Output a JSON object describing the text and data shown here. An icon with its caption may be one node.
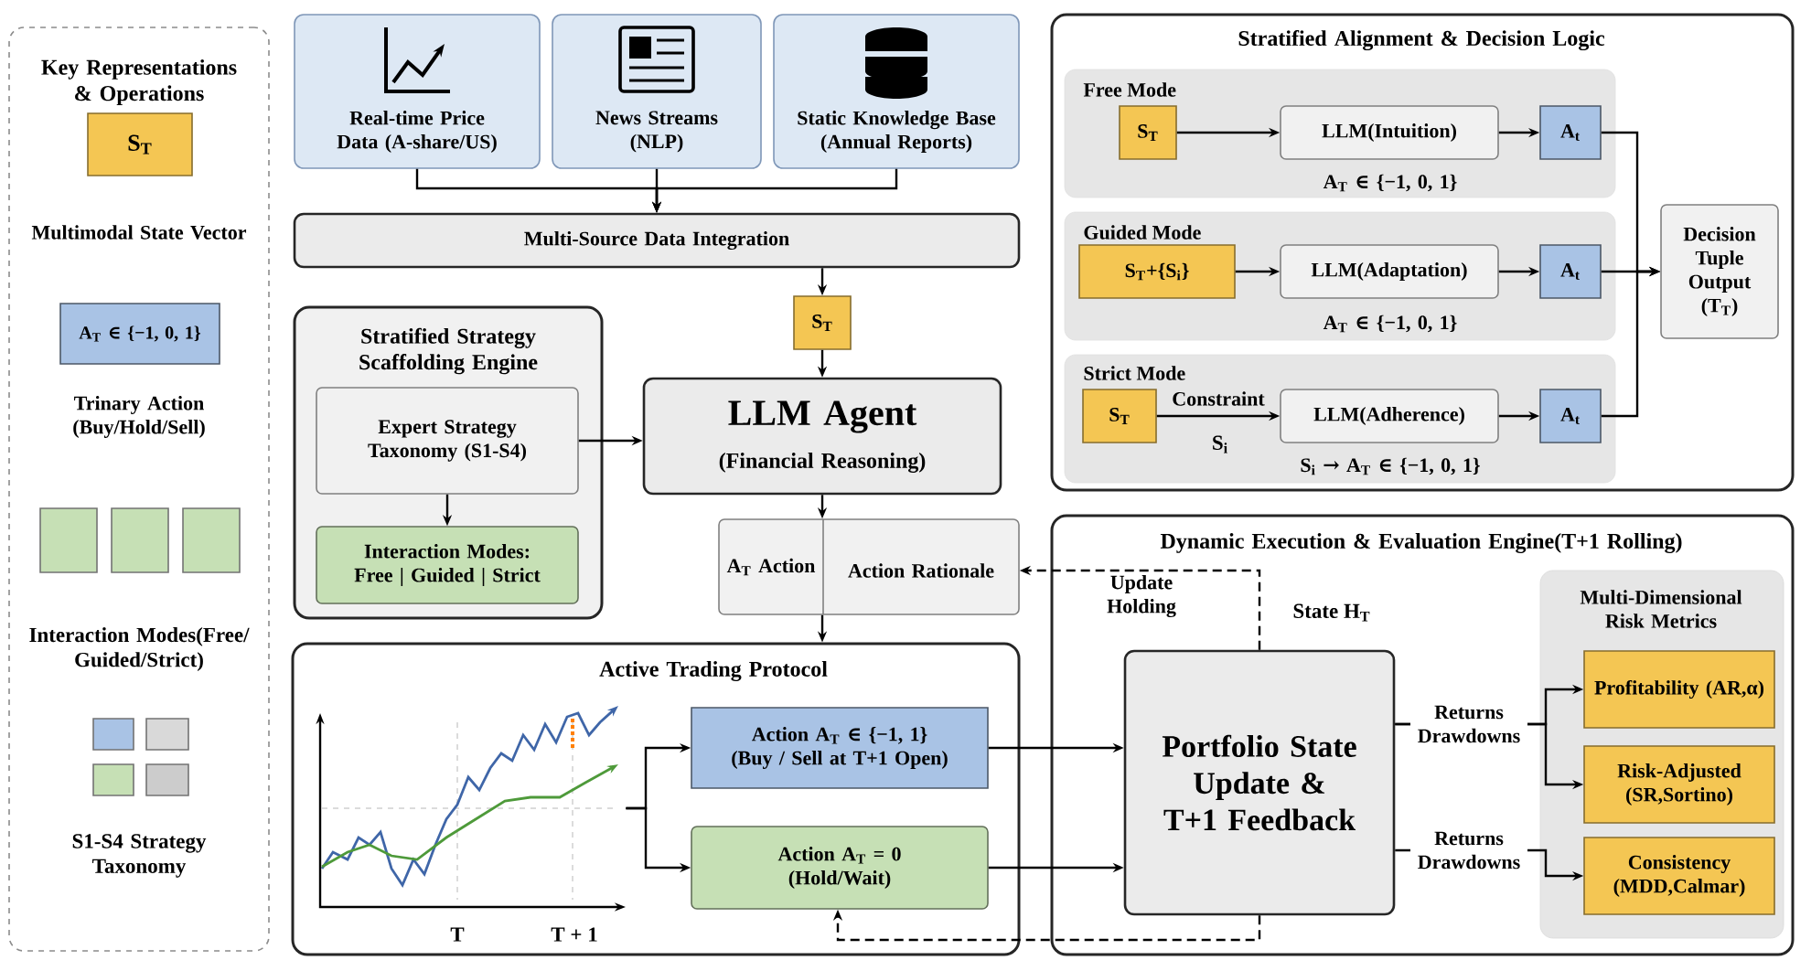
{
  "diagram": {
    "nodes": [
      {
        "text": [
          "Key Representations & Operations"
        ]
      },
      {
        "text": [
          "S$_{T}$"
        ],
        "in": 0,
        "beside": [
          "Multimodal State Vector"
        ]
      },
      {
        "text": [
          "A$_{T}$ ∈ {−1, 0, 1}"
        ],
        "in": 0,
        "beside": [
          "Trinary Action (Buy/Hold/Sell)"
        ]
      },
      {
        "text": [
          "Real-time Price Data (A-share/US)"
        ]
      },
      {
        "text": [
          "News Streams (NLP)"
        ]
      },
      {
        "text": [
          "Static Knowledge Base (Annual Reports)"
        ]
      },
      {
        "text": [
          "Multi-Source Data Integration"
        ]
      },
      {
        "text": [
          "S$_{T}$"
        ]
      },
      {
        "text": [
          "Stratified Strategy Scaffolding Engine"
        ]
      },
      {
        "text": [
          "Expert Strategy Taxonomy (S1-S4)"
        ],
        "in": 8
      },
      {
        "text": [
          "Interaction Modes: Free | Guided | Strict"
        ],
        "in": 8
      },
      {
        "text": [
          "LLM Agent",
          "(Financial Reasoning)"
        ]
      },
      {
        "text": [
          "A$_{T}$ Action",
          "Action Rationale"
        ]
      },
      {
        "text": [
          "Stratified Alignment & Decision Logic"
        ]
      },
      {
        "text": [
          "Free Mode"
        ],
        "in": 13
      },
      {
        "text": [
          "S$_{T}$"
        ],
        "in": 14
      },
      {
        "text": [
          "LLM(Intuition)"
        ],
        "in": 14,
        "beside": [
          "A$_{T}$ ∈ {−1, 0, 1}"
        ]
      },
      {
        "text": [
          "A$_{t}$"
        ],
        "in": 14
      },
      {
        "text": [
          "Guided Mode"
        ],
        "in": 13
      },
      {
        "text": [
          "S$_{T}$+{S$_{i}$}"
        ],
        "in": 18
      },
      {
        "text": [
          "LLM(Adaptation)"
        ],
        "in": 18,
        "beside": [
          "A$_{T}$ ∈ {−1, 0, 1}"
        ]
      },
      {
        "text": [
          "A$_{t}$"
        ],
        "in": 18
      },
      {
        "text": [
          "Strict Mode"
        ],
        "in": 13
      },
      {
        "text": [
          "S$_{T}$"
        ],
        "in": 22
      },
      {
        "text": [
          "LLM(Adherence)"
        ],
        "in": 22,
        "beside": [
          "S$_{i}$ → A$_{T}$ ∈ {−1, 0, 1}"
        ]
      },
      {
        "text": [
          "A$_{t}$"
        ],
        "in": 22
      },
      {
        "text": [
          "Decision Tuple Output (T$_{T}$)"
        ],
        "in": 13
      },
      {
        "text": [
          "Active Trading Protocol"
        ]
      },
      {
        "text": [],
        "shape": "picture",
        "in": 27
      },
      {
        "text": [
          "Action A$_{T}$ ∈ {−1, 1}",
          "(Buy / Sell at T+1 Open)"
        ],
        "in": 27
      },
      {
        "text": [
          "Action A$_{T}$ = 0",
          "(Hold/Wait)"
        ],
        "in": 27
      },
      {
        "text": [
          "Dynamic Execution & Evaluation Engine(T+1 Rolling)"
        ]
      },
      {
        "text": [
          "Portfolio State Update & T+1 Feedback"
        ],
        "in": 31
      },
      {
        "text": [
          "Multi-Dimensional Risk Metrics"
        ],
        "in": 31
      },
      {
        "text": [
          "Profitability (AR,α)"
        ],
        "in": 33
      },
      {
        "text": [
          "Risk-Adjusted (SR,Sortino)"
        ],
        "in": 33
      },
      {
        "text": [
          "Consistency (MDD,Calmar)"
        ],
        "in": 33
      }
    ],
    "edges": [
      {
        "from": 3,
        "to": 6,
        "arrow": "to"
      },
      {
        "from": 4,
        "to": 6,
        "arrow": "to"
      },
      {
        "from": 5,
        "to": 6,
        "arrow": "to"
      },
      {
        "from": 6,
        "to": 7,
        "arrow": "to"
      },
      {
        "from": 7,
        "to": 11,
        "arrow": "to"
      },
      {
        "from": 9,
        "to": 10,
        "arrow": "to"
      },
      {
        "from": 9,
        "to": 11,
        "arrow": "to"
      },
      {
        "from": 11,
        "to": 12,
        "arrow": "to"
      },
      {
        "from": 12,
        "to": 27,
        "arrow": "to"
      },
      {
        "from": 15,
        "to": 16,
        "arrow": "to"
      },
      {
        "from": 16,
        "to": 17,
        "arrow": "to"
      },
      {
        "from": 19,
        "to": 20,
        "arrow": "to"
      },
      {
        "from": 20,
        "to": 21,
        "arrow": "to"
      },
      {
        "from": 23,
        "to": 24,
        "arrow": "to",
        "label": "Constraint"
      },
      {
        "from": 24,
        "to": 25,
        "arrow": "to"
      },
      {
        "from": 17,
        "to": 26,
        "arrow": "to"
      },
      {
        "from": 21,
        "to": 26,
        "arrow": "to"
      },
      {
        "from": 25,
        "to": 26,
        "arrow": "to"
      },
      {
        "from": 28,
        "to": 29,
        "arrow": "to"
      },
      {
        "from": 28,
        "to": 30,
        "arrow": "to"
      },
      {
        "from": 29,
        "to": 32,
        "arrow": "to"
      },
      {
        "from": 30,
        "to": 32,
        "arrow": "to"
      },
      {
        "from": 32,
        "to": 34,
        "arrow": "to",
        "label": "Returns Drawdowns"
      },
      {
        "from": 32,
        "to": 35,
        "arrow": "to"
      },
      {
        "from": 32,
        "to": 36,
        "arrow": "to",
        "label": "Returns Drawdowns"
      },
      {
        "from": 32,
        "to": 12,
        "arrow": "to",
        "style": "dashed",
        "label": "Update Holding"
      },
      {
        "from": 32,
        "to": 30,
        "arrow": "to",
        "style": "dashed"
      }
    ],
    "labels": [
      "S$_{i}$",
      "State H$_{T}$",
      "T",
      "T + 1"
    ],
    "legend": [
      {
        "text": "Interaction Modes(Free/ Guided/Strict)",
        "color": "#c6e0b5"
      },
      {
        "text": "S1-S4 Strategy Taxonomy"
      }
    ]
  }
}
